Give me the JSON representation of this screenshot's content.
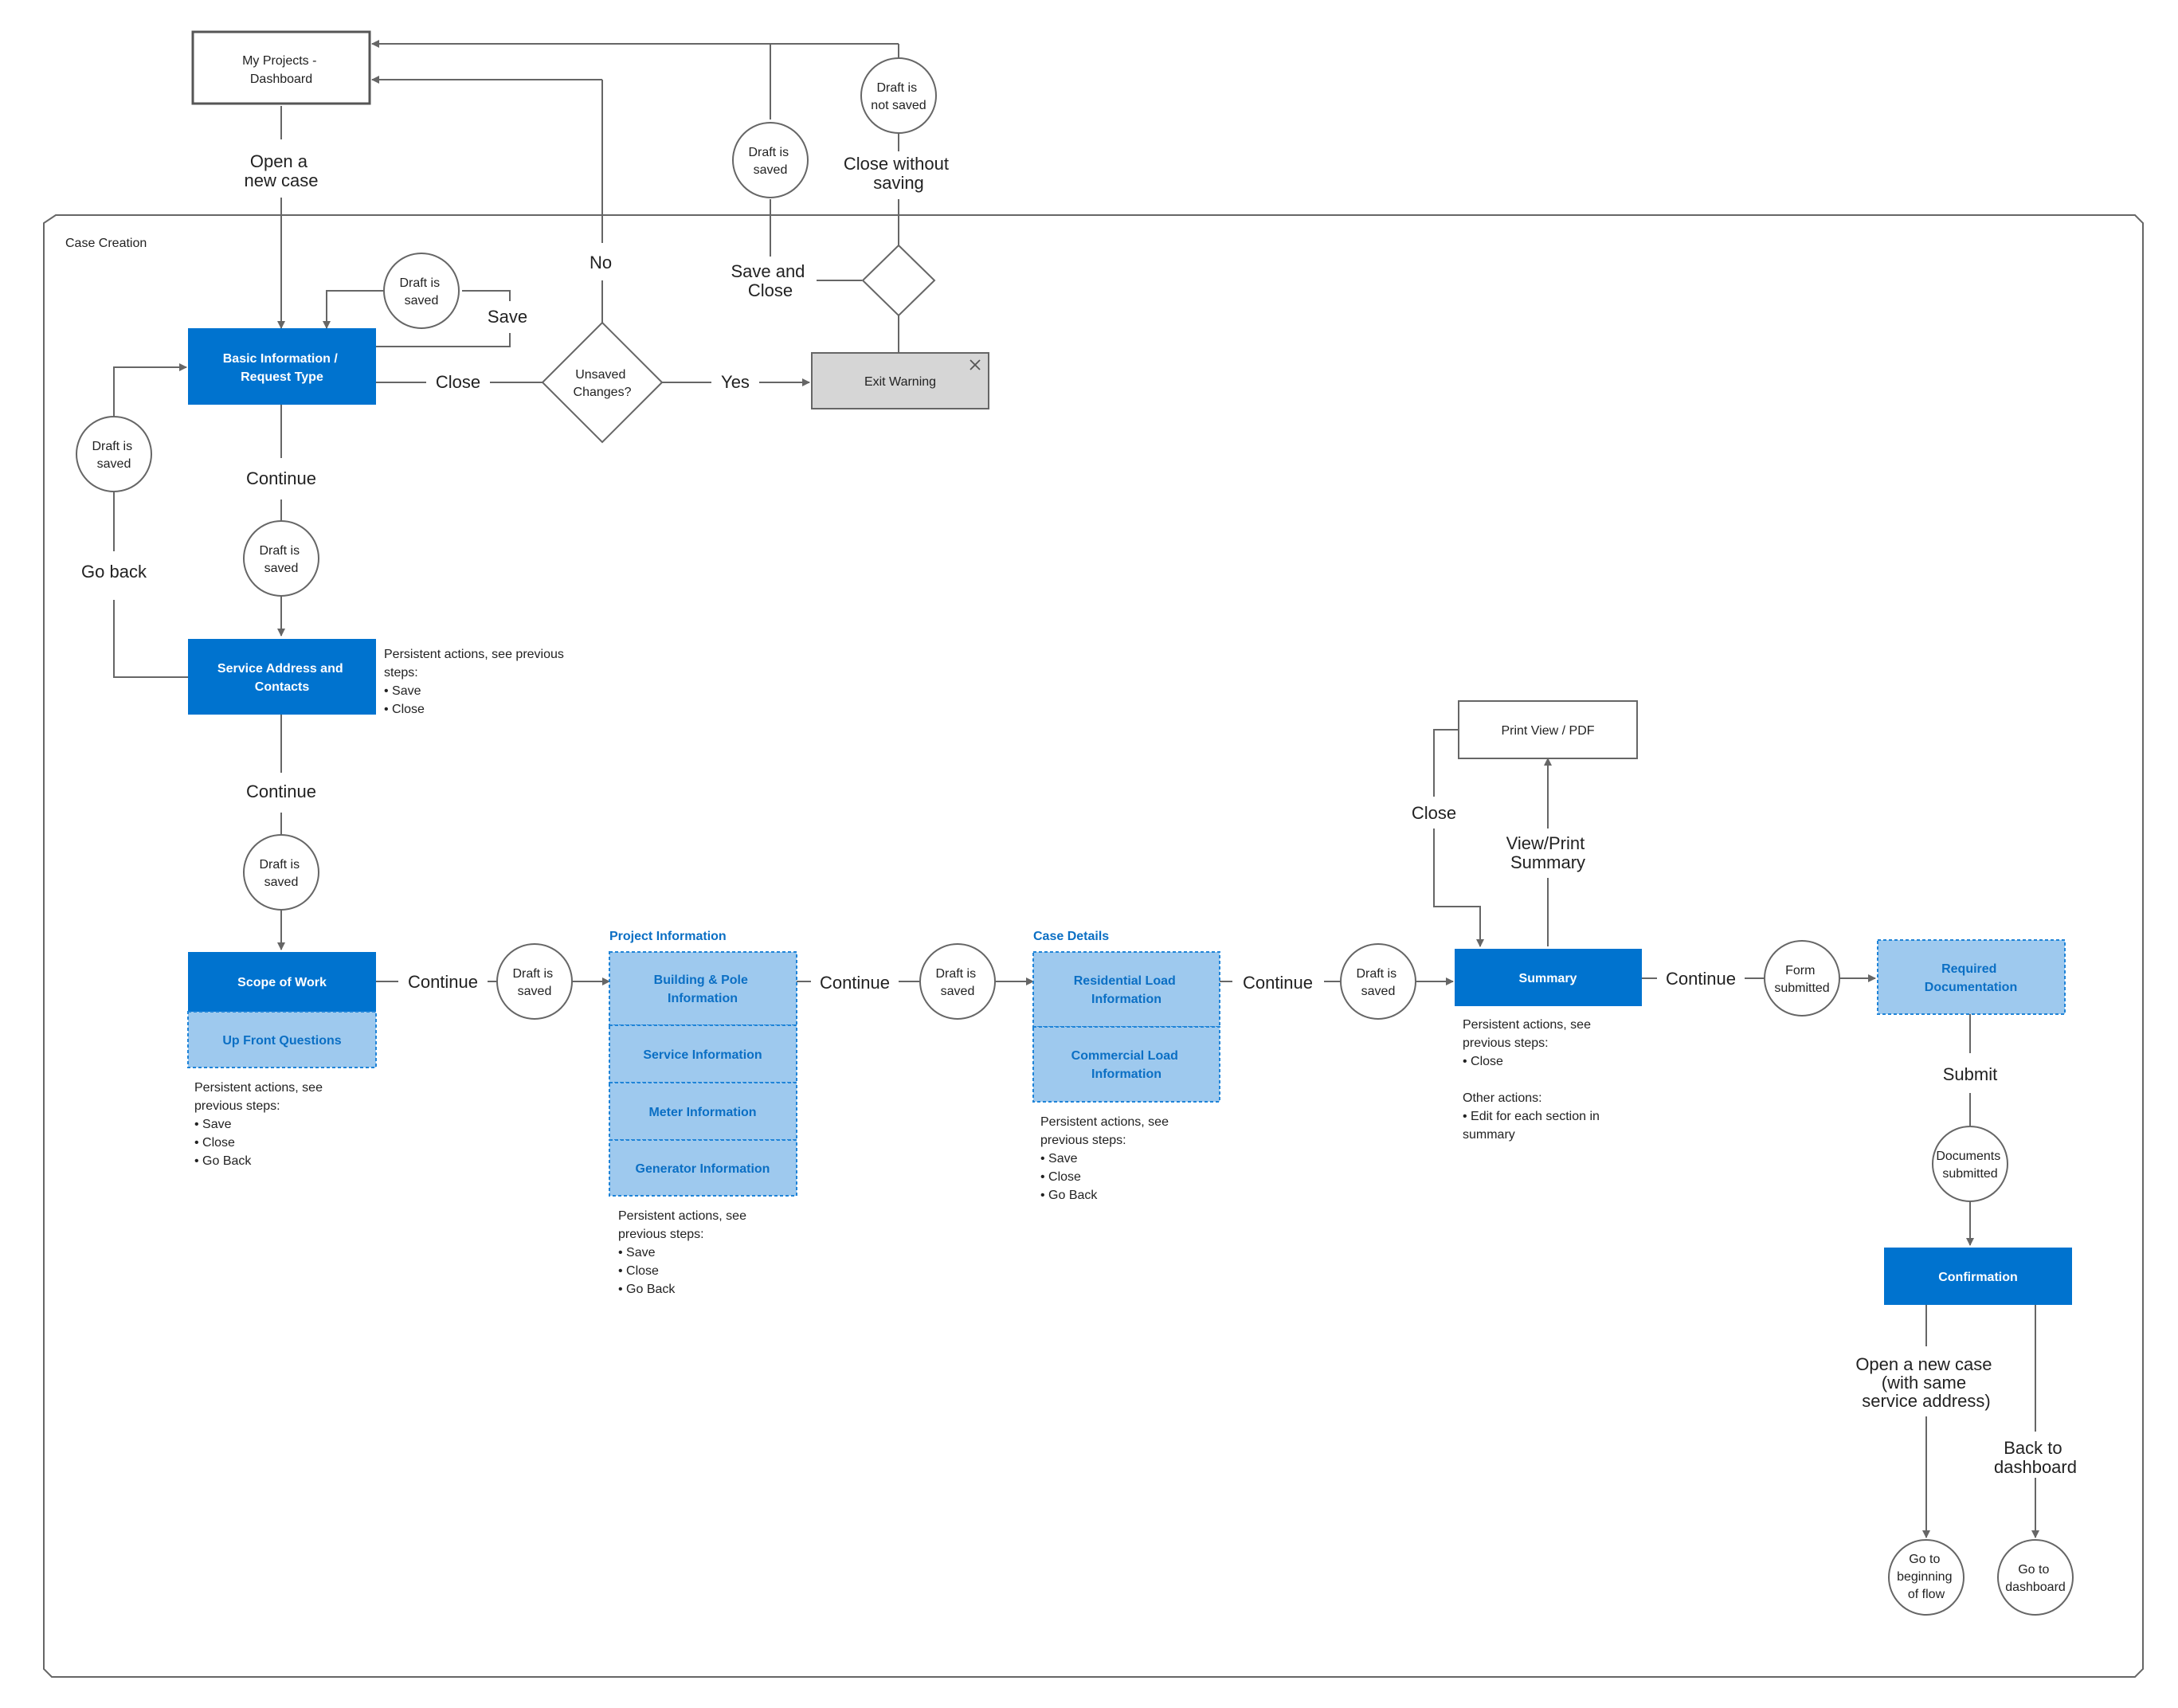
{
  "colors": {
    "primary": "#0073cf",
    "secondary_fill": "#9ec9ee",
    "secondary_text": "#0b6fc4",
    "secondary_border": "#1f84d8",
    "warning_fill": "#d6d6d6",
    "line": "#666666"
  },
  "frame_title": "Case Creation",
  "boxes": {
    "dashboard": [
      "My Projects -",
      "Dashboard"
    ],
    "basic_info": [
      "Basic Information /",
      "Request Type"
    ],
    "service_address": [
      "Service Address and",
      "Contacts"
    ],
    "scope_of_work": [
      "Scope of Work"
    ],
    "up_front": [
      "Up Front Questions"
    ],
    "building_pole": [
      "Building & Pole",
      "Information"
    ],
    "service_info": [
      "Service Information"
    ],
    "meter_info": [
      "Meter Information"
    ],
    "generator_info": [
      "Generator Information"
    ],
    "residential_load": [
      "Residential Load",
      "Information"
    ],
    "commercial_load": [
      "Commercial Load",
      "Information"
    ],
    "summary": [
      "Summary"
    ],
    "print_view": [
      "Print View / PDF"
    ],
    "required_docs": [
      "Required",
      "Documentation"
    ],
    "confirmation": [
      "Confirmation"
    ],
    "exit_warning": [
      "Exit Warning"
    ]
  },
  "decisions": {
    "unsaved_changes": [
      "Unsaved",
      "Changes?"
    ],
    "close_choice": []
  },
  "states": {
    "draft_saved_top": [
      "Draft is",
      "saved"
    ],
    "draft_not_saved": [
      "Draft is",
      "not saved"
    ],
    "draft_saved_save": [
      "Draft is",
      "saved"
    ],
    "draft_saved_goback": [
      "Draft is",
      "saved"
    ],
    "draft_saved_1": [
      "Draft is",
      "saved"
    ],
    "draft_saved_2": [
      "Draft is",
      "saved"
    ],
    "draft_saved_3": [
      "Draft is",
      "saved"
    ],
    "draft_saved_4": [
      "Draft is",
      "saved"
    ],
    "draft_saved_5": [
      "Draft is",
      "saved"
    ],
    "form_submitted": [
      "Form",
      "submitted"
    ],
    "documents_submitted": [
      "Documents",
      "submitted"
    ],
    "go_beginning": [
      "Go to",
      "beginning",
      "of flow"
    ],
    "go_dashboard": [
      "Go to",
      "dashboard"
    ]
  },
  "labels": {
    "open_new_case": [
      "Open a",
      "new case"
    ],
    "close_without_saving": [
      "Close without",
      "saving"
    ],
    "save_and_close": [
      "Save and",
      "Close"
    ],
    "no": [
      "No"
    ],
    "save": [
      "Save"
    ],
    "close_basic": [
      "Close"
    ],
    "yes": [
      "Yes"
    ],
    "continue_1": [
      "Continue"
    ],
    "go_back": [
      "Go back"
    ],
    "continue_2": [
      "Continue"
    ],
    "continue_3": [
      "Continue"
    ],
    "continue_4": [
      "Continue"
    ],
    "continue_5": [
      "Continue"
    ],
    "continue_6": [
      "Continue"
    ],
    "close_summary": [
      "Close"
    ],
    "view_print": [
      "View/Print",
      "Summary"
    ],
    "submit": [
      "Submit"
    ],
    "open_same_address": [
      "Open a new case",
      "(with same",
      "service address)"
    ],
    "back_dashboard": [
      "Back to",
      "dashboard"
    ]
  },
  "section_titles": {
    "project_information": "Project Information",
    "case_details": "Case Details"
  },
  "notes": {
    "service_address": [
      "Persistent actions, see previous",
      "steps:",
      "• Save",
      "• Close"
    ],
    "scope": [
      "Persistent actions, see",
      "previous steps:",
      "• Save",
      "• Close",
      "• Go Back"
    ],
    "project": [
      "Persistent actions, see",
      "previous steps:",
      "• Save",
      "• Close",
      "• Go Back"
    ],
    "case_details": [
      "Persistent actions, see",
      "previous steps:",
      "• Save",
      "• Close",
      "• Go Back"
    ],
    "summary": [
      "Persistent actions, see",
      "previous steps:",
      "• Close",
      "",
      "Other actions:",
      "• Edit for each section in",
      "summary"
    ]
  },
  "icons": {
    "exit_warning_close": "close-icon"
  }
}
